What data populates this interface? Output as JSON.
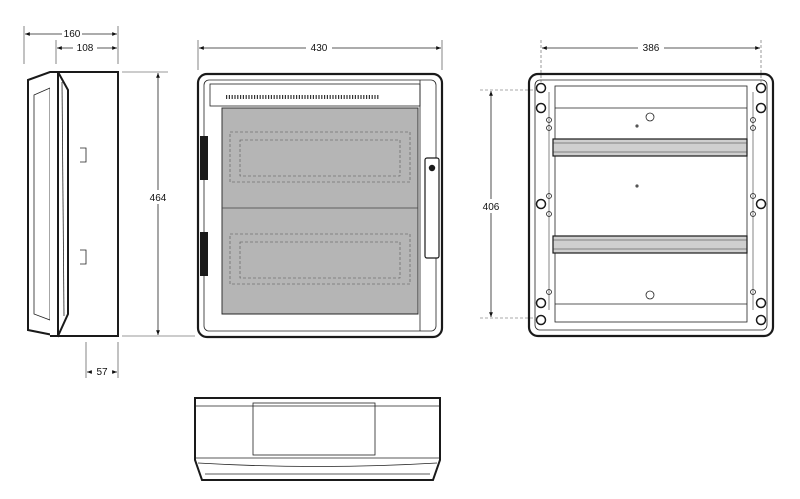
{
  "dimensions": {
    "side_depth": "160",
    "side_inner_depth": "108",
    "height": "464",
    "side_bottom": "57",
    "front_width": "430",
    "back_width": "386",
    "back_mount_height": "406"
  },
  "colors": {
    "window_fill": "#b5b5b5",
    "rail_fill": "#cfcfcf",
    "outline": "#1a1a1a"
  }
}
